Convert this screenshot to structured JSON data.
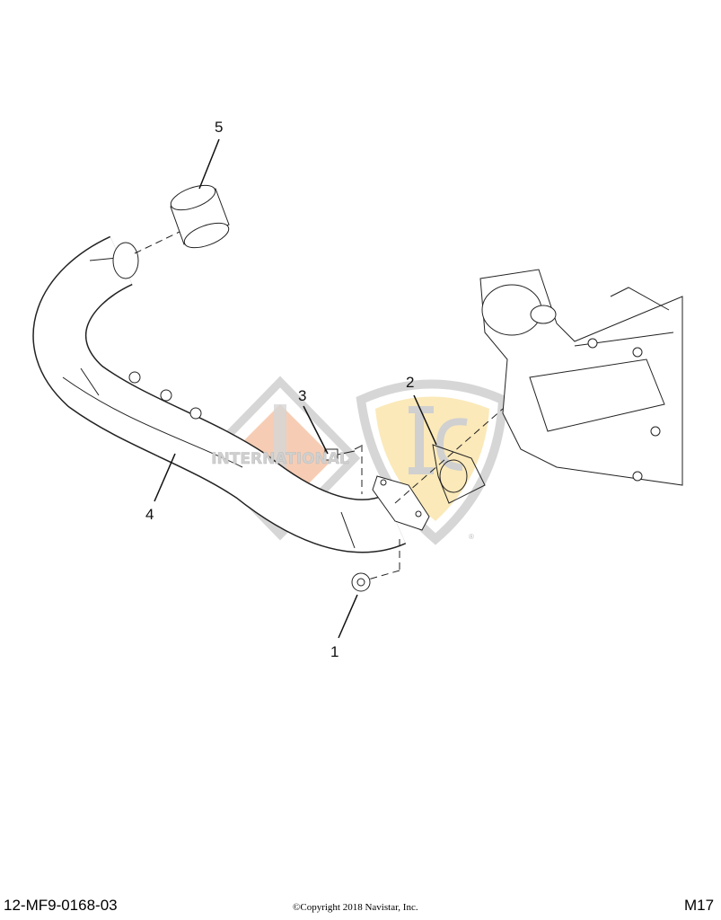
{
  "callouts": {
    "c1": "1",
    "c2": "2",
    "c3": "3",
    "c4": "4",
    "c5": "5"
  },
  "watermarks": {
    "left_logo": "INTERNATIONAL",
    "right_logo": "IC",
    "registered": "®"
  },
  "footer": {
    "part_number": "12-MF9-0168-03",
    "copyright": "©Copyright 2018 Navistar, Inc.",
    "page_code": "M17"
  },
  "colors": {
    "international_fill": "#f6cdb4",
    "ic_fill": "#fbe9b9",
    "watermark_gray": "#d6d6d6",
    "line": "#222222"
  }
}
